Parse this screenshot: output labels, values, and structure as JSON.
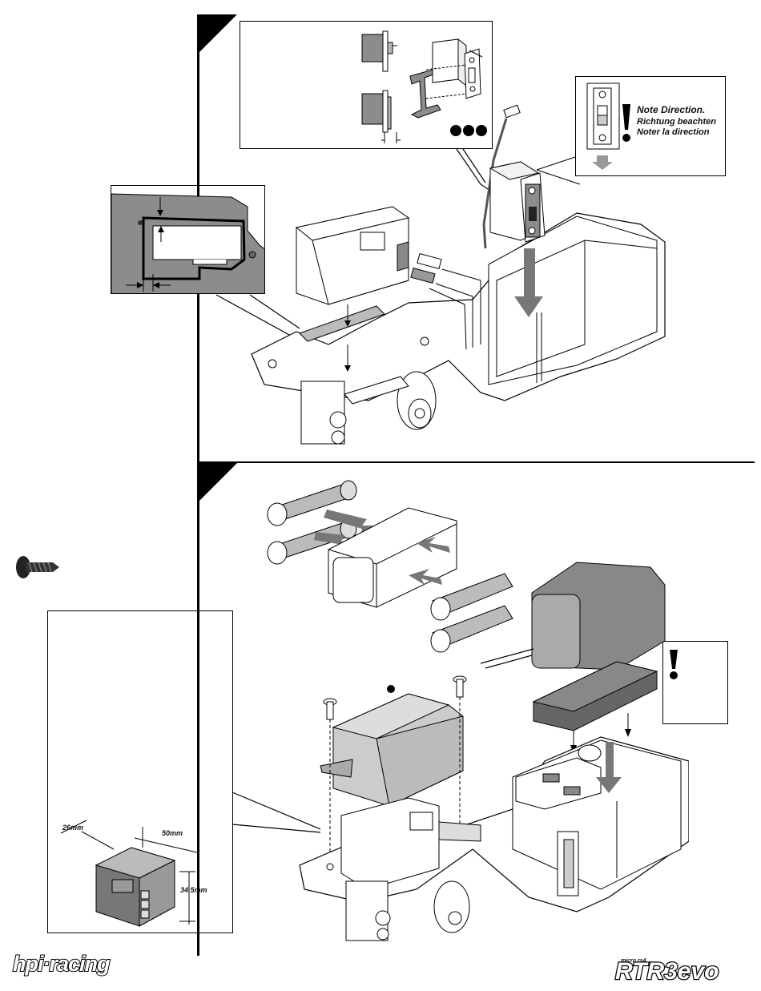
{
  "step1": {
    "note": {
      "title": "Note Direction.",
      "line_de": "Richtung beachten",
      "line_fr": "Noter la direction"
    }
  },
  "step2": {
    "receiver_dimensions": {
      "width": "26mm",
      "length": "50mm",
      "height": "34.5mm"
    }
  },
  "footer": {
    "brand_logo": "hpi·racing",
    "product_logo_small": "micro rs4",
    "product_logo": "RTR3evo"
  },
  "colors": {
    "line": "#000000",
    "part_gray": "#8c8c8c",
    "dark_gray": "#3a3a3a"
  }
}
